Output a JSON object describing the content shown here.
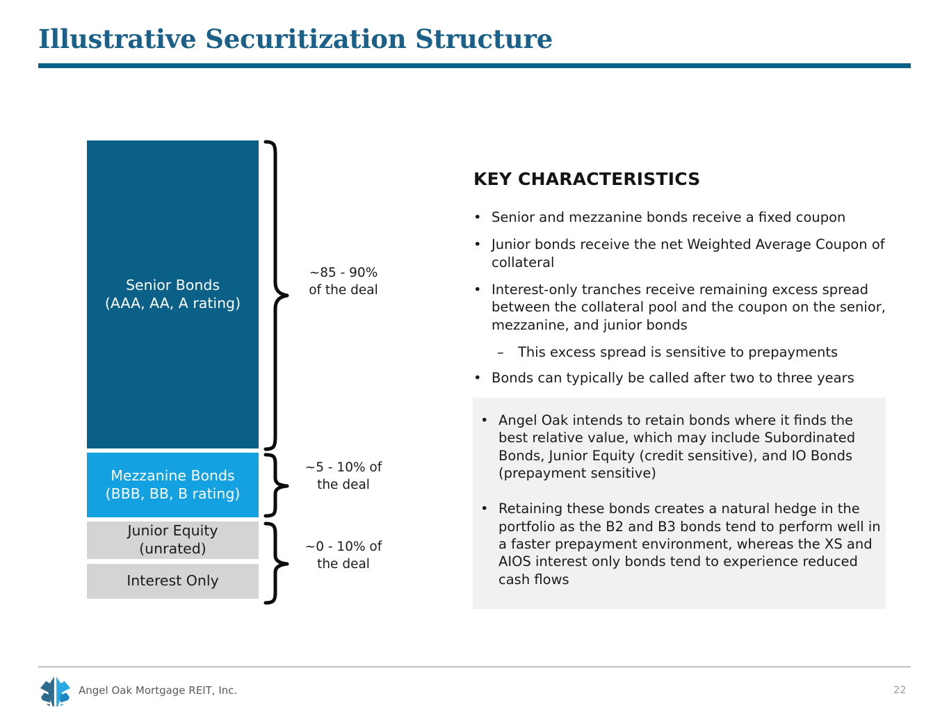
{
  "slide": {
    "title": "Illustrative Securitization Structure",
    "accent_color": "#0A6087",
    "title_color": "#1B6089"
  },
  "diagram": {
    "tranches": [
      {
        "name": "senior-bonds",
        "line1": "Senior Bonds",
        "line2": "(AAA, AA, A rating)",
        "color": "#0A6087",
        "text_color": "#FFFFFF"
      },
      {
        "name": "mezzanine-bonds",
        "line1": "Mezzanine Bonds",
        "line2": "(BBB, BB, B rating)",
        "color": "#14A1E1",
        "text_color": "#FFFFFF"
      },
      {
        "name": "junior-equity",
        "line1": "Junior Equity",
        "line2": "(unrated)",
        "color": "#D4D4D4",
        "text_color": "#1A1A1A"
      },
      {
        "name": "interest-only",
        "line1": "Interest Only",
        "line2": "",
        "color": "#D4D4D4",
        "text_color": "#1A1A1A"
      }
    ],
    "brace_labels": [
      {
        "line1": "~85 - 90%",
        "line2": "of the deal"
      },
      {
        "line1": "~5 - 10% of",
        "line2": "the deal"
      },
      {
        "line1": "~0 - 10% of",
        "line2": "the deal"
      }
    ]
  },
  "key_characteristics": {
    "heading": "KEY CHARACTERISTICS",
    "bullet_mark": "•",
    "dash_mark": "–",
    "bullets": [
      {
        "level": 1,
        "text": "Senior and mezzanine bonds receive a fixed coupon"
      },
      {
        "level": 1,
        "text": "Junior bonds receive the net Weighted Average Coupon of collateral"
      },
      {
        "level": 1,
        "text": "Interest-only tranches receive remaining excess spread between the collateral pool and the coupon on the senior, mezzanine, and junior bonds"
      },
      {
        "level": 2,
        "text": "This excess spread is sensitive to prepayments"
      },
      {
        "level": 1,
        "text": "Bonds can typically be called after two to three years"
      }
    ]
  },
  "highlight": {
    "background_color": "#F1F1F1",
    "bullets": [
      {
        "level": 1,
        "text": "Angel Oak intends to retain bonds where it finds the best relative value, which may include Subordinated Bonds, Junior Equity (credit sensitive), and IO Bonds (prepayment sensitive)"
      },
      {
        "level": 1,
        "text": "Retaining these bonds creates a natural hedge in the portfolio as the B2 and B3 bonds tend to perform well in a faster prepayment environment, whereas the XS and AIOS interest only bonds tend to experience reduced cash flows"
      }
    ]
  },
  "footer": {
    "company_name": "Angel Oak Mortgage REIT, Inc.",
    "page_number": "22",
    "logo_colors": {
      "light": "#29ABE2",
      "dark": "#2E6B8C",
      "mid": "#1C86C4"
    }
  }
}
